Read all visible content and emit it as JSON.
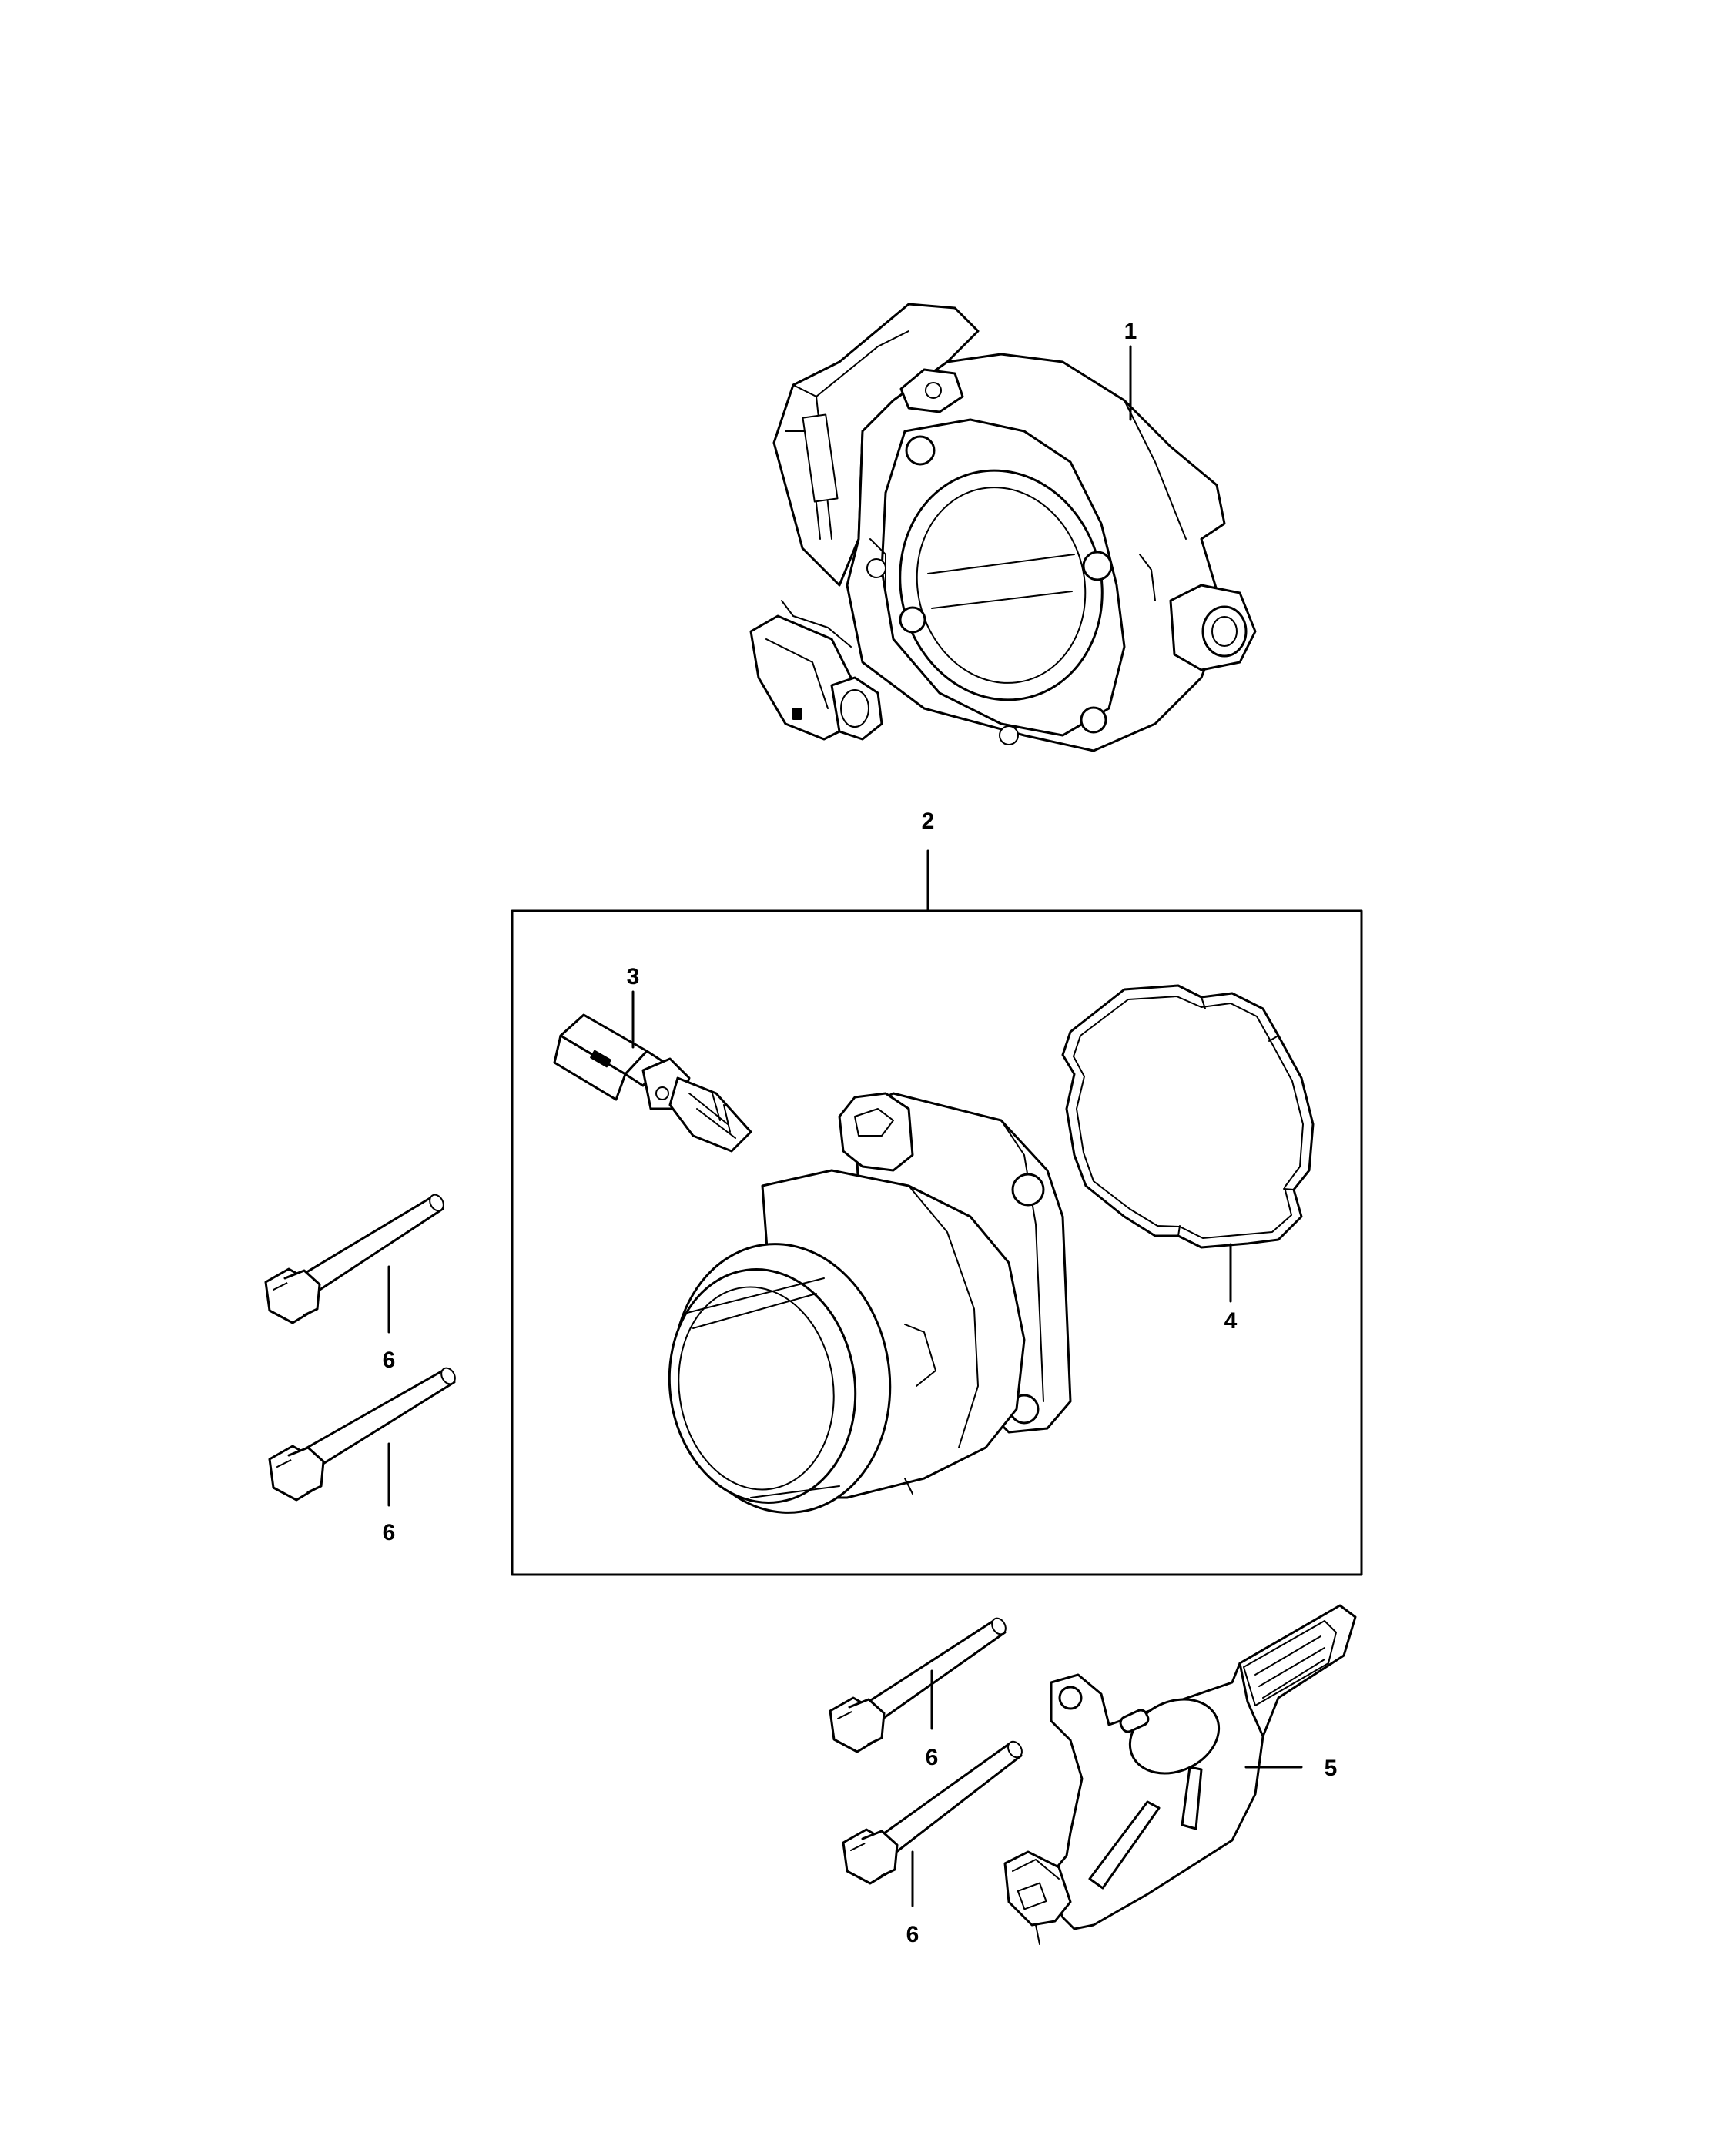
{
  "callouts": {
    "c1": "1",
    "c2": "2",
    "c3": "3",
    "c4": "4",
    "c5": "5",
    "c6a": "6",
    "c6b": "6",
    "c6c": "6",
    "c6d": "6"
  },
  "colors": {
    "ink": "#000000",
    "paper": "#ffffff"
  }
}
